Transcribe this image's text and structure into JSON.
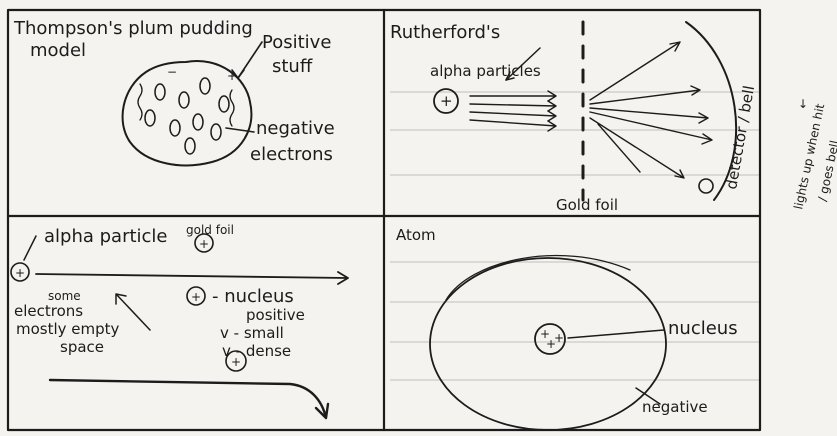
{
  "panels": {
    "thompson": {
      "title_line1": "Thompson's plum pudding",
      "title_line2": "model",
      "positive_label_line1": "Positive",
      "positive_label_line2": "stuff",
      "negative_label_line1": "negative",
      "negative_label_line2": "electrons",
      "negative_symbol": "−",
      "positive_symbol": "+"
    },
    "rutherford": {
      "title": "Rutherford's",
      "alpha_label": "alpha particles",
      "positive_symbol": "+",
      "foil_label": "Gold foil",
      "detector_label": "detector / bell",
      "side_note_line1": "lights up when hit",
      "side_note_line2": "/ goes bell"
    },
    "alpha": {
      "title": "alpha particle",
      "foil_label": "gold foil",
      "positive_symbol": "+",
      "electrons_line1": "some",
      "electrons_line2": "electrons",
      "empty_line1": "mostly empty",
      "empty_line2": "space",
      "nucleus_label": "- nucleus",
      "positive_label": "positive",
      "small_label": "v - small",
      "dense_label": "v - dense"
    },
    "atom": {
      "title": "Atom",
      "nucleus_label": "nucleus",
      "negative_label": "negative",
      "positive_symbol": "+"
    }
  },
  "colors": {
    "ink": "#1c1c1c",
    "paper": "#f4f3ef",
    "faint_lines": "#c9c9c6"
  }
}
